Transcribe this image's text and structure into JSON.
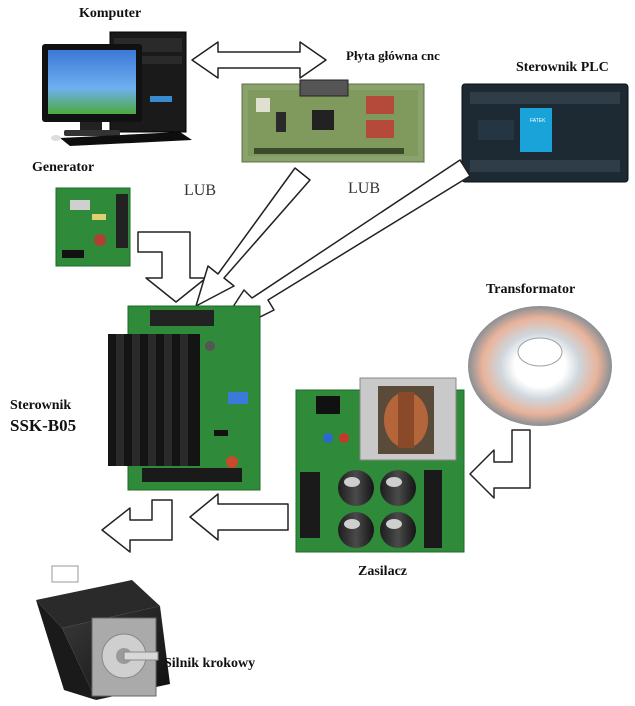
{
  "labels": {
    "computer": "Komputer",
    "mainboard": "Płyta główna cnc",
    "plc": "Sterownik PLC",
    "generator": "Generator",
    "lub_left": "LUB",
    "lub_right": "LUB",
    "transformer": "Transformator",
    "driver_line1": "Sterownik",
    "driver_line2": "SSK-B05",
    "psu": "Zasilacz",
    "motor": "Silnik krokowy"
  },
  "plc_brand": "FATEK",
  "colors": {
    "pcb_green": "#2f8a3a",
    "pcb_green_dark": "#1f6a2a",
    "plc_body": "#1e2a33",
    "plc_panel": "#1aa3d8",
    "heatsink": "#1a1a1a",
    "arrow_stroke": "#222222",
    "arrow_fill": "#ffffff",
    "copper": "#b5653a"
  }
}
